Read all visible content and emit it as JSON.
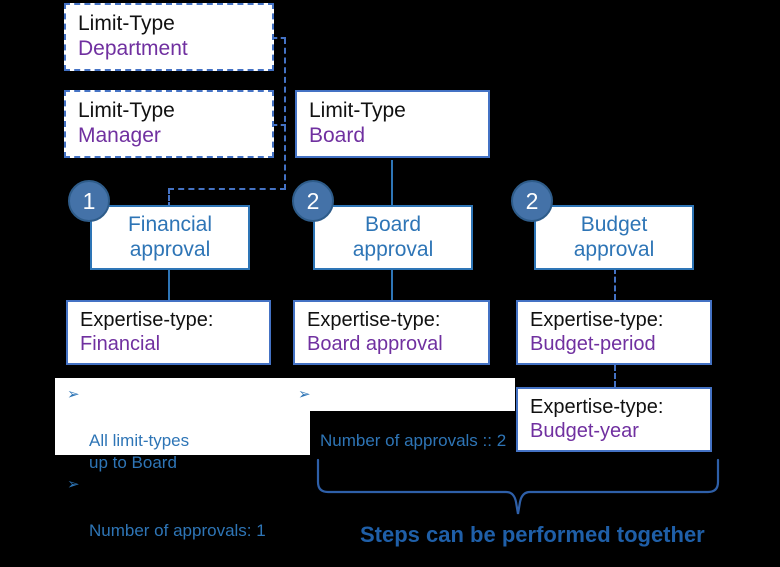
{
  "diagram": {
    "title_caption": "Steps can be performed together",
    "limit_types": [
      {
        "label": "Limit-Type",
        "value": "Department",
        "style": "dashed"
      },
      {
        "label": "Limit-Type",
        "value": "Manager",
        "style": "dashed"
      },
      {
        "label": "Limit-Type",
        "value": "Board",
        "style": "solid"
      }
    ],
    "steps": [
      {
        "badge": "1",
        "line1": "Financial",
        "line2": "approval"
      },
      {
        "badge": "2",
        "line1": "Board",
        "line2": "approval"
      },
      {
        "badge": "2",
        "line1": "Budget",
        "line2": "approval"
      }
    ],
    "expertise_types": [
      {
        "label": "Expertise-type:",
        "value": "Financial"
      },
      {
        "label": "Expertise-type:",
        "value": "Board approval"
      },
      {
        "label": "Expertise-type:",
        "value": "Budget-period"
      },
      {
        "label": "Expertise-type:",
        "value": "Budget-year"
      }
    ],
    "notes": {
      "left": [
        "All limit-types\nup to Board",
        "Number of approvals: 1"
      ],
      "middle": [
        "Number of approvals :: 2"
      ],
      "bullet_glyph": "➢"
    },
    "colors": {
      "background": "#000000",
      "box_fill": "#ffffff",
      "border_blue": "#4472C4",
      "step_blue": "#2E75B6",
      "value_purple": "#7030A0",
      "label_black": "#111111",
      "badge_blue": "#4472A8",
      "caption_blue": "#1F5FA8"
    }
  }
}
